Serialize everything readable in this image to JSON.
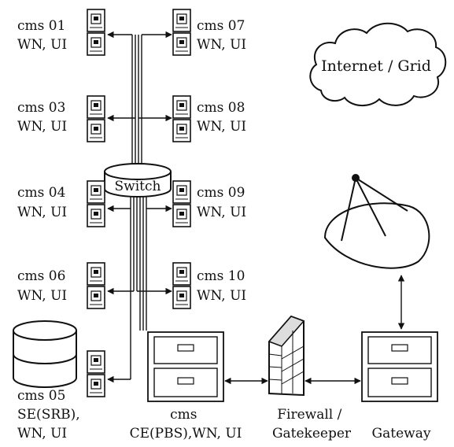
{
  "cloud": {
    "label": "Internet / Grid"
  },
  "switch": {
    "label": "Switch"
  },
  "nodes": {
    "cms01": {
      "name": "cms 01",
      "roles": "WN, UI"
    },
    "cms07": {
      "name": "cms 07",
      "roles": "WN, UI"
    },
    "cms03": {
      "name": "cms 03",
      "roles": "WN, UI"
    },
    "cms08": {
      "name": "cms 08",
      "roles": "WN, UI"
    },
    "cms04": {
      "name": "cms 04",
      "roles": "WN, UI"
    },
    "cms09": {
      "name": "cms 09",
      "roles": "WN, UI"
    },
    "cms06": {
      "name": "cms 06",
      "roles": "WN, UI"
    },
    "cms10": {
      "name": "cms 10",
      "roles": "WN, UI"
    },
    "cms05": {
      "name": "cms 05",
      "roles_line1": "SE(SRB),",
      "roles_line2": "WN, UI"
    }
  },
  "ce": {
    "name": "cms",
    "roles": "CE(PBS),WN, UI"
  },
  "firewall": {
    "line1": "Firewall /",
    "line2": "Gatekeeper"
  },
  "gateway": {
    "label": "Gateway"
  }
}
